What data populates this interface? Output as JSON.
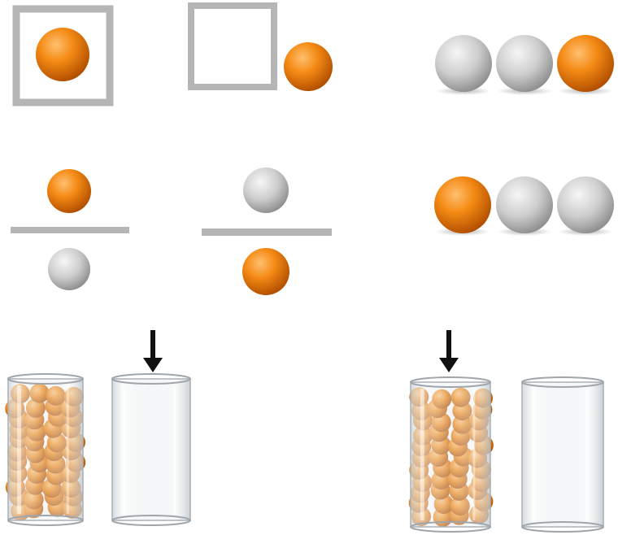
{
  "colors": {
    "background": "#ffffff",
    "frame": "#b5b5b5",
    "bar": "#b5b5b5",
    "orange_ball": "#f0830f",
    "gray_ball": "#c8c8c8",
    "arrow": "#111111",
    "jar_glass": "#dfe4e8"
  },
  "panels": [
    {
      "id": "ball-inside-box",
      "relation": "in",
      "ball": "orange"
    },
    {
      "id": "ball-outside-box",
      "relation": "next-to",
      "ball": "orange"
    },
    {
      "id": "row-last-orange",
      "balls": [
        "gray",
        "gray",
        "orange"
      ]
    },
    {
      "id": "fraction-orange-over-gray",
      "top": "orange",
      "bottom": "gray"
    },
    {
      "id": "fraction-gray-over-orange",
      "top": "gray",
      "bottom": "orange"
    },
    {
      "id": "row-first-orange",
      "balls": [
        "orange",
        "gray",
        "gray"
      ]
    },
    {
      "id": "jars-arrow-on-empty",
      "jars": [
        "full",
        "empty"
      ],
      "arrow_target": "empty",
      "ball_color": "orange"
    },
    {
      "id": "jars-arrow-on-full",
      "jars": [
        "full",
        "empty"
      ],
      "arrow_target": "full",
      "ball_color": "orange"
    }
  ]
}
